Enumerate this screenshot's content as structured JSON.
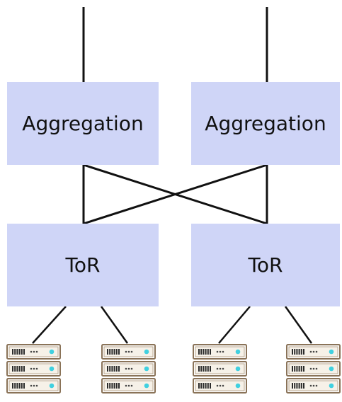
{
  "aggregation_switches": [
    {
      "label": "Aggregation"
    },
    {
      "label": "Aggregation"
    }
  ],
  "tor_switches": [
    {
      "label": "ToR"
    },
    {
      "label": "ToR"
    }
  ],
  "colors": {
    "switch_fill": "#cfd5f7",
    "link": "#111111",
    "server_led": "#40d0e0"
  },
  "server_racks": [
    {
      "servers": 3
    },
    {
      "servers": 3
    },
    {
      "servers": 3
    },
    {
      "servers": 3
    }
  ]
}
